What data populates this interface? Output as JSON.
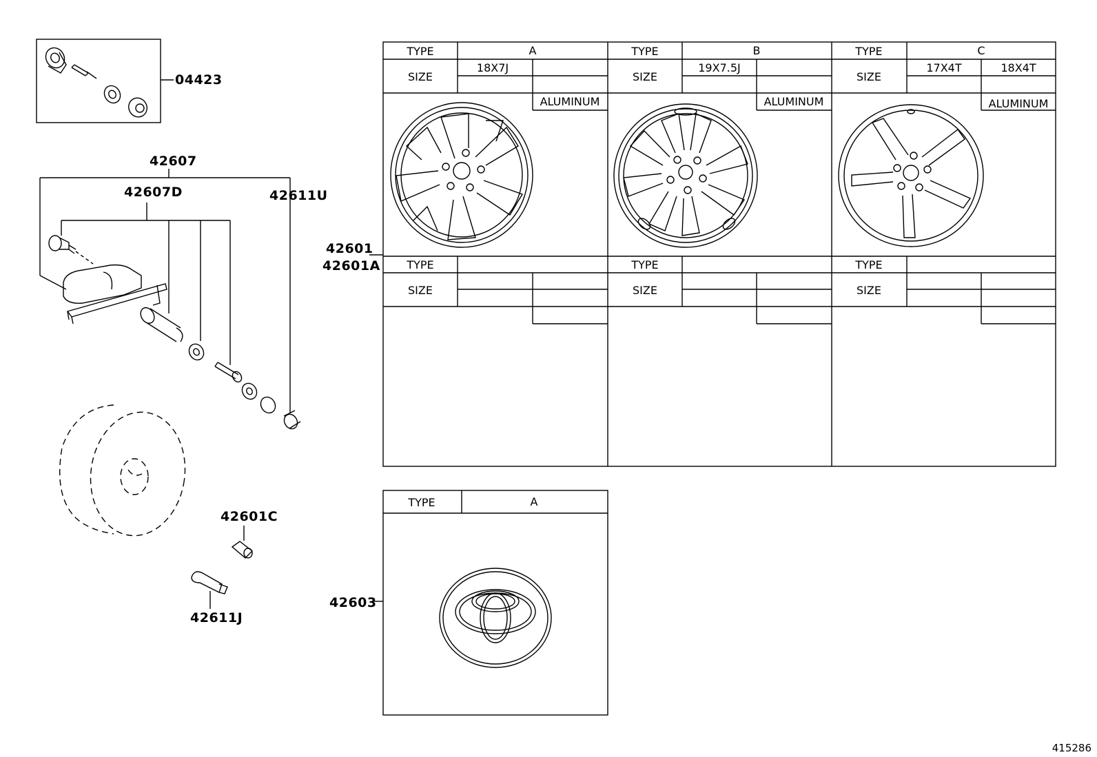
{
  "part_numbers": {
    "p04423": "04423",
    "p42607": "42607",
    "p42607d": "42607D",
    "p42611u": "42611U",
    "p42601": "42601",
    "p42601a": "42601A",
    "p42601c": "42601C",
    "p42611j": "42611J",
    "p42603": "42603"
  },
  "wheel_table": {
    "type_label": "TYPE",
    "size_label": "SIZE",
    "columns": [
      {
        "type": "A",
        "sizes": [
          "18X7J",
          ""
        ],
        "material": "ALUMINUM"
      },
      {
        "type": "B",
        "sizes": [
          "19X7.5J",
          ""
        ],
        "material": "ALUMINUM"
      },
      {
        "type": "C",
        "sizes": [
          "17X4T",
          "18X4T"
        ],
        "material": "ALUMINUM"
      }
    ]
  },
  "cap_table": {
    "type_label": "TYPE",
    "type_value": "A"
  },
  "reference_number": "415286"
}
